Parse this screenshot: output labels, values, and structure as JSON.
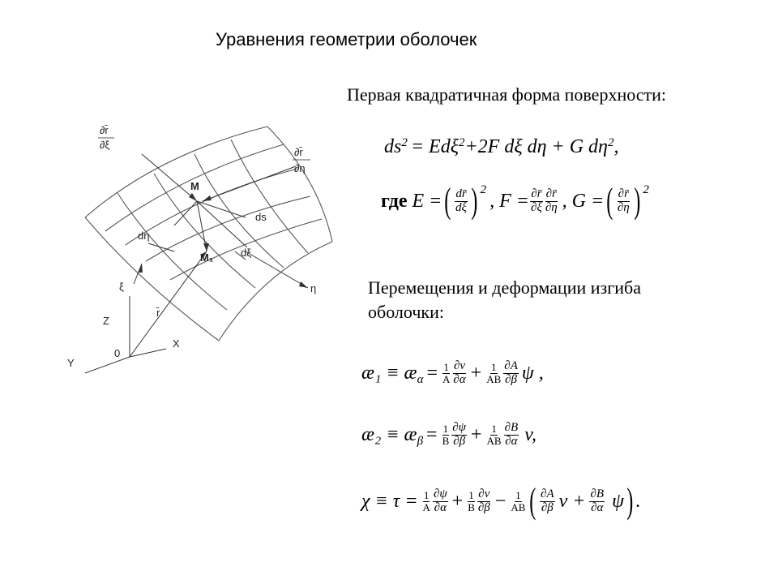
{
  "slide_title": "Уравнения геометрии оболочек",
  "heading_first_form": "Первая квадратичная форма поверхности:",
  "heading_displacements": "Перемещения и деформации изгиба оболочки:",
  "formula_ds": {
    "lhs": "ds",
    "exp2": "2",
    "rhs1": "= Edξ",
    "rhs2": "+2F dξ dη + G dη",
    "tail": ","
  },
  "formula_coeffs": {
    "where": "где",
    "e_lhs": "E =",
    "e_num": "dr̄",
    "e_den": "dξ",
    "sq": "2",
    "f_lhs": ", F =",
    "f_num1": "∂r̄",
    "f_den1": "∂ξ",
    "f_num2": "∂r̄",
    "f_den2": "∂η",
    "g_lhs": ",  G =",
    "g_num": "∂r̄",
    "g_den": "∂η"
  },
  "formula_kappa1": {
    "lhs": "æ₁ ≡ æ",
    "lhs_sub": "α",
    "eq": "=",
    "a_num": "1",
    "a_den": "A",
    "b_num": "∂v",
    "b_den": "∂α",
    "plus": "+",
    "c_num": "1",
    "c_den": "AB",
    "d_num": "∂A",
    "d_den": "∂β",
    "tail": "ψ ,"
  },
  "formula_kappa2": {
    "lhs": "æ₂ ≡ æ",
    "lhs_sub": "β",
    "eq": "=",
    "a_num": "1",
    "a_den": "B",
    "b_num": "∂ψ",
    "b_den": "∂β",
    "plus": "+",
    "c_num": "1",
    "c_den": "AB",
    "d_num": "∂B",
    "d_den": "∂α",
    "tail": "v,"
  },
  "formula_chi": {
    "lhs": "χ ≡ τ =",
    "a_num": "1",
    "a_den": "A",
    "b_num": "∂ψ",
    "b_den": "∂α",
    "plus1": "+",
    "c_num": "1",
    "c_den": "B",
    "d_num": "∂v",
    "d_den": "∂β",
    "minus": "−",
    "e_num": "1",
    "e_den": "AB",
    "f_num": "∂A",
    "f_den": "∂β",
    "mid": "v +",
    "g_num": "∂B",
    "g_den": "∂α",
    "tail_psi": "ψ",
    "tail": "."
  },
  "diagram_labels": {
    "dr_dxi_num": "∂r̄",
    "dr_dxi_den": "∂ξ",
    "dr_deta_num": "∂r̄",
    "dr_deta_den": "∂η",
    "M": "M",
    "M1": "M₁",
    "ds": "ds",
    "d_eta": "dη",
    "d_xi": "dξ",
    "xi": "ξ",
    "eta": "η",
    "r": "r̄",
    "Z": "Z",
    "X": "X",
    "Y": "Y",
    "origin": "0"
  }
}
